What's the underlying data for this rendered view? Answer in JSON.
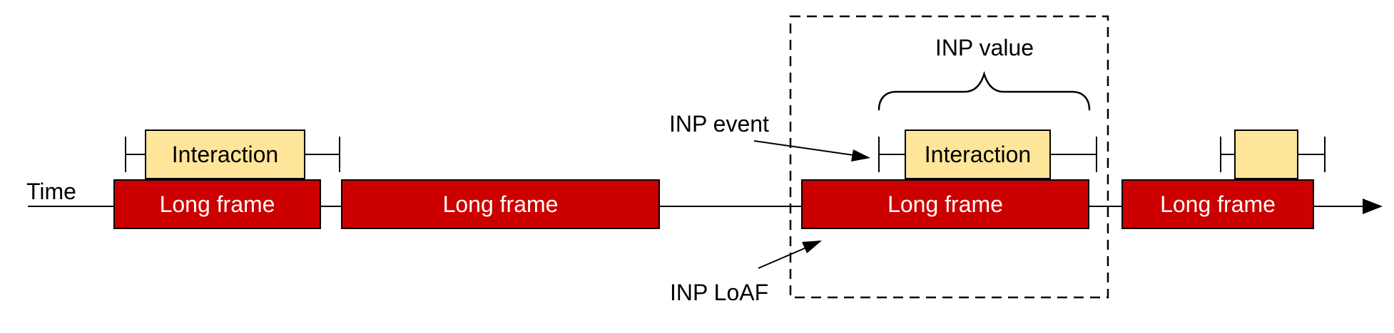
{
  "diagram": {
    "time_label": "Time",
    "long_frames": [
      {
        "label": "Long frame"
      },
      {
        "label": "Long frame"
      },
      {
        "label": "Long frame"
      },
      {
        "label": "Long frame"
      }
    ],
    "interactions": [
      {
        "label": "Interaction"
      },
      {
        "label": "Interaction"
      },
      {
        "label": ""
      }
    ],
    "annotations": {
      "inp_event": "INP event",
      "inp_value": "INP value",
      "inp_loaf": "INP LoAF"
    },
    "colors": {
      "long_frame_fill": "#cc0000",
      "long_frame_text": "#ffffff",
      "interaction_fill": "#ffe599",
      "interaction_text": "#000000",
      "outline": "#000000",
      "background": "#ffffff"
    }
  }
}
